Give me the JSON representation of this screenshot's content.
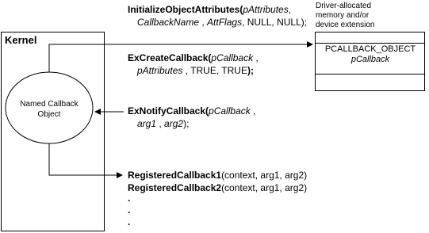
{
  "init_call": {
    "name": "InitializeObjectAttributes",
    "open": "(",
    "p1": "pAttributes",
    "p1_sep": ",",
    "p2": "CallbackName",
    "p2_sep": " , ",
    "p3": "AttFlags",
    "rest": ", NULL, NULL);"
  },
  "driver_note": {
    "line1": "Driver-allocated",
    "line2": "memory and/or",
    "line3": "device extension"
  },
  "callback_object": {
    "line1": "PCALLBACK_OBJECT",
    "line2": "pCallback"
  },
  "kernel": {
    "label": "Kernel"
  },
  "named_callback": {
    "line1": "Named Callback",
    "line2": "Object"
  },
  "create_call": {
    "name": "ExCreateCallback",
    "open": "(",
    "p1": "pCallback",
    "p1_sep": " ,",
    "p2": "pAttributes",
    "rest": " , TRUE, TRUE",
    "close": ");"
  },
  "notify_call": {
    "name": "ExNotifyCallback",
    "open": "(",
    "p1": "pCallback",
    "p1_sep": " ,",
    "p2": "arg1",
    "p2_sep": " , ",
    "p3": "arg2",
    "close": ");"
  },
  "registered": {
    "cb1_name": "RegisteredCallback1",
    "cb1_args": "(context, arg1, arg2)",
    "cb2_name": "RegisteredCallback2",
    "cb2_args": "(context, arg1, arg2)",
    "dot": "."
  }
}
